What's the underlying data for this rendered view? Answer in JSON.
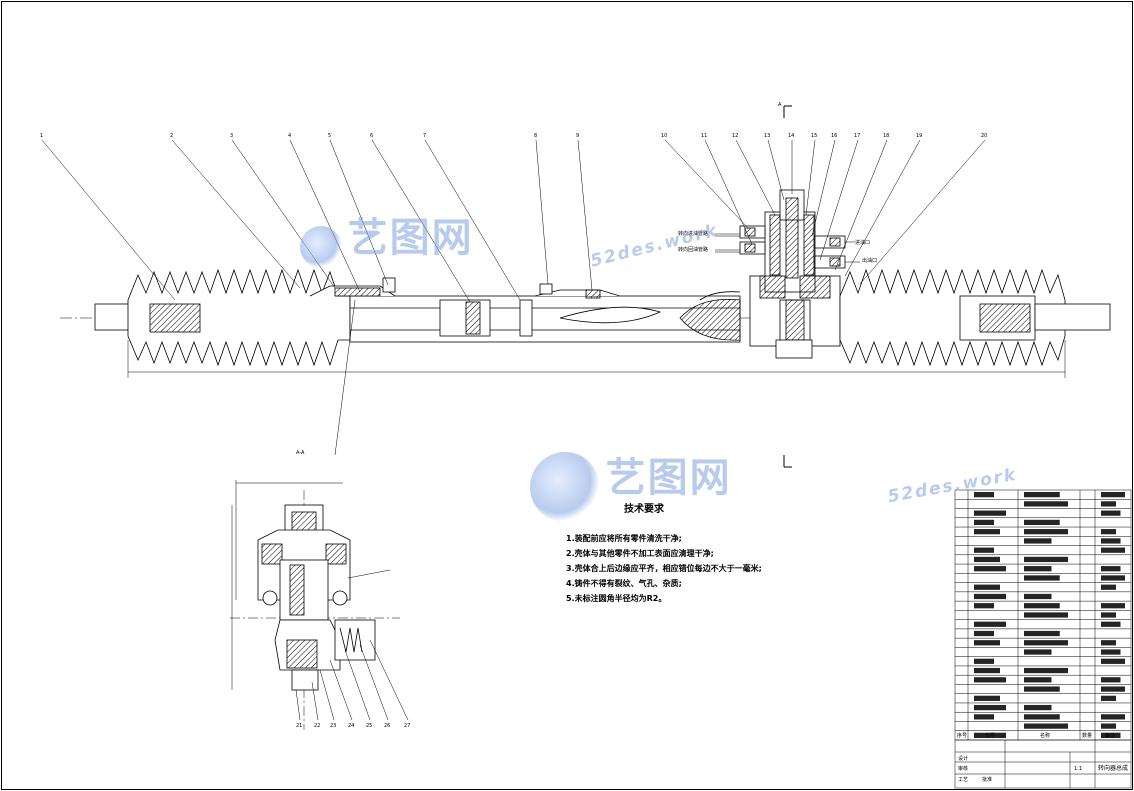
{
  "drawing": {
    "main_view_callouts": [
      "1",
      "2",
      "3",
      "4",
      "5",
      "6",
      "7",
      "8",
      "9",
      "10",
      "11",
      "12",
      "13",
      "14",
      "15",
      "16",
      "17",
      "18",
      "19",
      "20"
    ],
    "port_labels_left": [
      "转向进油管路",
      "转向回油管路"
    ],
    "port_labels_right": [
      "进油口",
      "出油口"
    ],
    "section_marks": [
      "A",
      "A-A"
    ],
    "section_view_callouts": [
      "21",
      "22",
      "23",
      "24",
      "25",
      "26",
      "27"
    ]
  },
  "tech_requirements": {
    "title": "技术要求",
    "items": [
      "1.装配前应将所有零件清洗干净;",
      "2.壳体与其他零件不加工表面应清理干净;",
      "3.壳体合上后边缘应平齐，相应错位每边不大于一毫米;",
      "4.铸件不得有裂纹、气孔、杂质;",
      "5.未标注圆角半径均为R2。"
    ]
  },
  "watermark": {
    "brand": "艺图网",
    "url": "52des.work"
  },
  "title_block": {
    "drawing_name": "转向器总成",
    "scale": "1:1",
    "headers": [
      "序号",
      "代号",
      "名称",
      "数量",
      "备注"
    ],
    "sign_rows": [
      "设计",
      "审核",
      "工艺",
      "批准"
    ]
  },
  "icons": [
    "brand-logo-icon"
  ]
}
